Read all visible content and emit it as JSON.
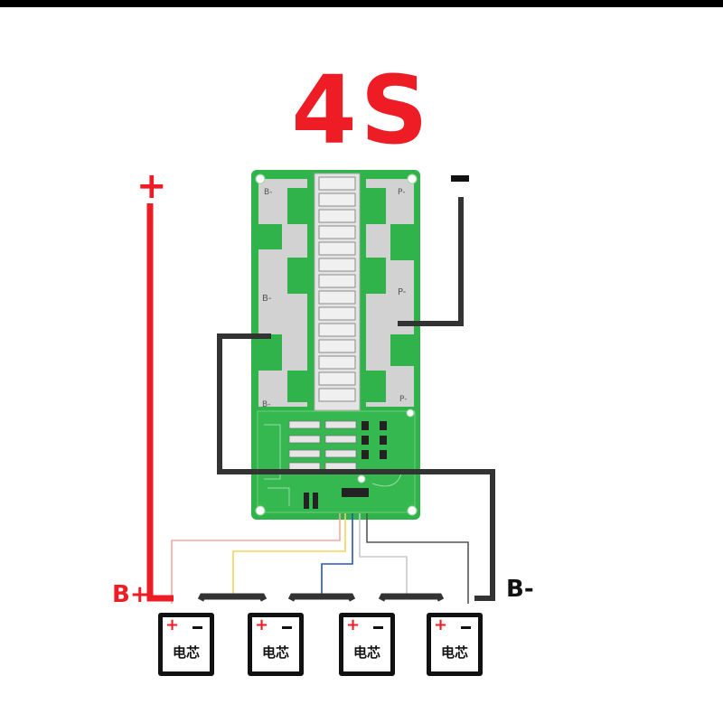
{
  "title": "4S",
  "labels": {
    "plus_terminal": "+",
    "bplus": "B+",
    "bminus": "B-",
    "board_b_top": "B-",
    "board_b_mid": "B-",
    "board_b_bot": "B-",
    "board_p_top": "P-",
    "board_p_mid": "P-",
    "board_p_bot": "P-"
  },
  "cells": [
    {
      "plus": "+",
      "name": "电芯"
    },
    {
      "plus": "+",
      "name": "电芯"
    },
    {
      "plus": "+",
      "name": "电芯"
    },
    {
      "plus": "+",
      "name": "电芯"
    }
  ],
  "colors": {
    "title": "#ee1c24",
    "positive_wire": "#ee1c24",
    "negative_wire": "#222222",
    "board_green": "#2fb34a",
    "pad_gray": "#c8c8c8",
    "balance_wires": [
      "#f4a9a0",
      "#f5d35a",
      "#2a52be",
      "#c8c8c8",
      "#555555"
    ]
  }
}
